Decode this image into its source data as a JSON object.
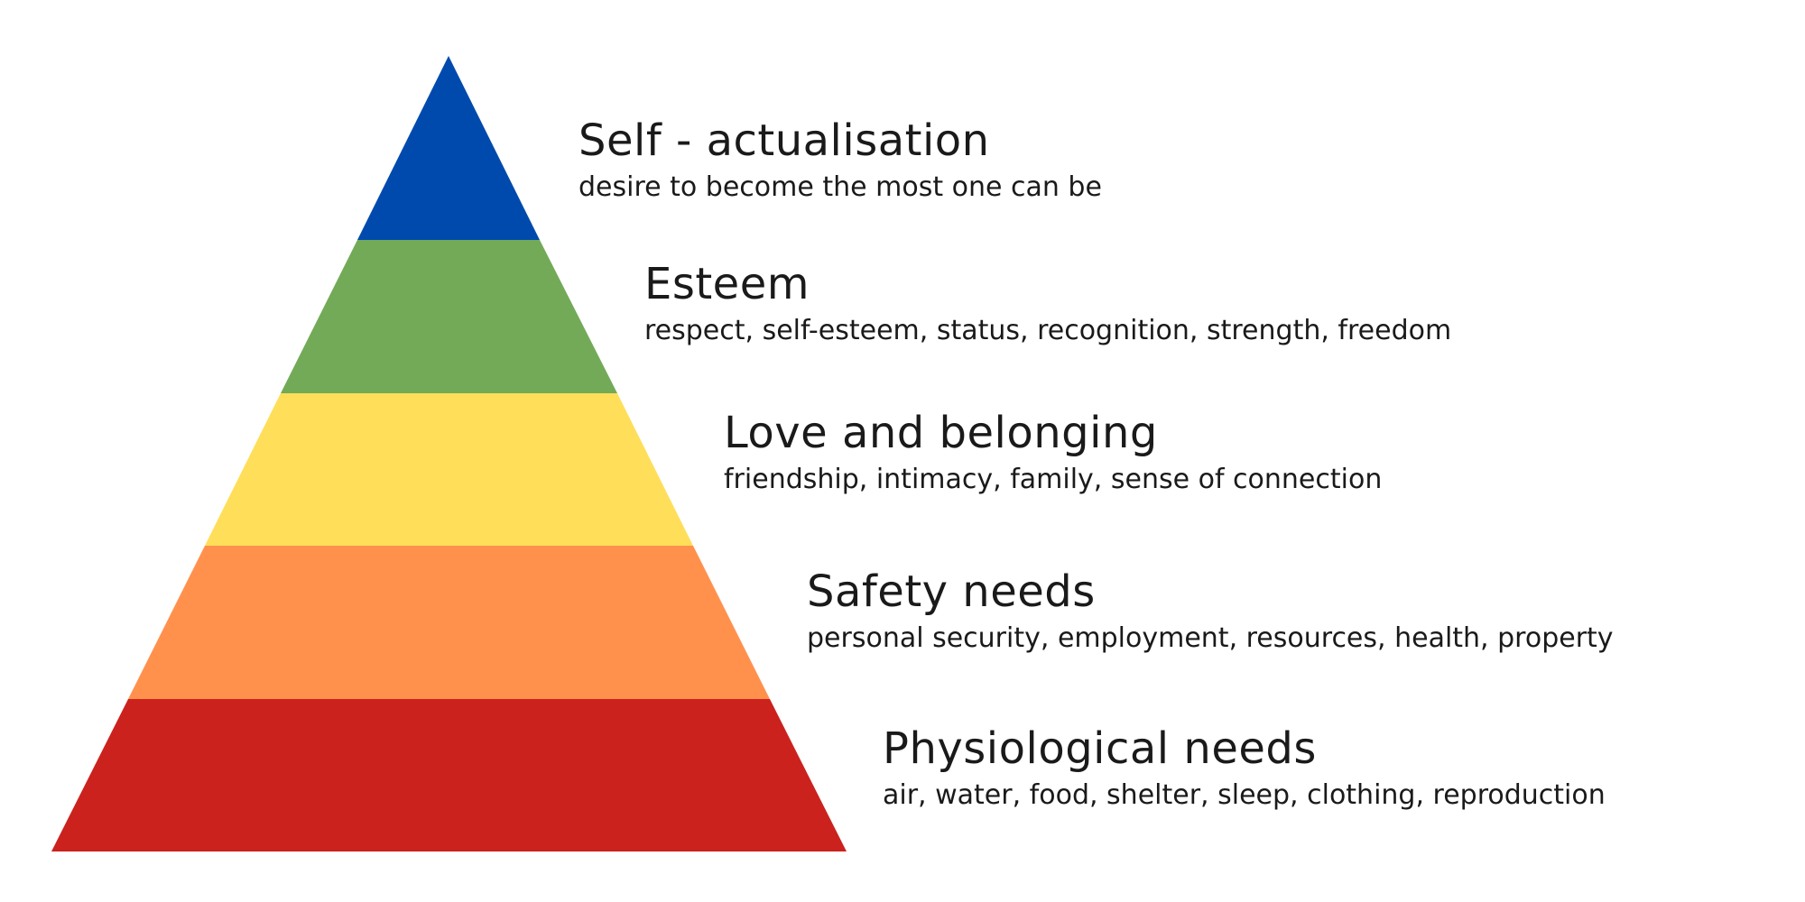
{
  "levels": [
    {
      "title": "Self - actualisation",
      "description": "desire to become the most one can be",
      "color": "#004AAD"
    },
    {
      "title": "Esteem",
      "description": "respect, self-esteem, status, recognition, strength, freedom",
      "color": "#73AA57"
    },
    {
      "title": "Love and belonging",
      "description": "friendship, intimacy, family, sense of connection",
      "color": "#FFDE59"
    },
    {
      "title": "Safety needs",
      "description": "personal security, employment, resources, health, property",
      "color": "#FF914D"
    },
    {
      "title": "Physiological needs",
      "description": "air, water, food, shelter, sleep, clothing, reproduction",
      "color": "#CB221E"
    }
  ]
}
